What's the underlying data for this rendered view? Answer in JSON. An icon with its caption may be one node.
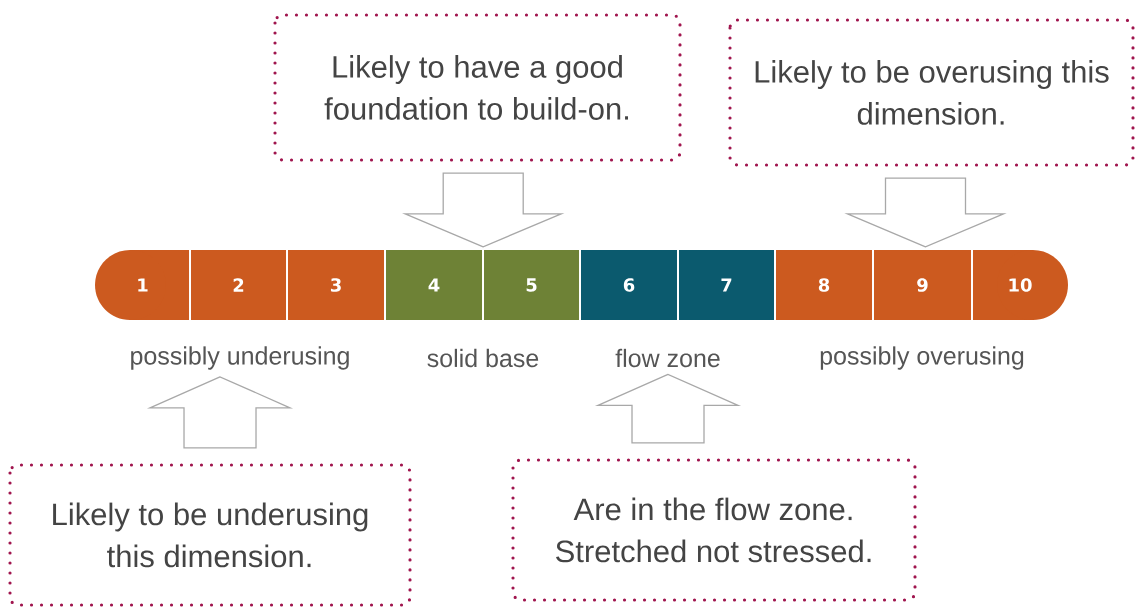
{
  "diagram": {
    "nodes": [
      {
        "text": [
          "Likely to have a good foundation to build-on."
        ]
      },
      {
        "text": [
          "Likely to be overusing this dimension."
        ]
      },
      {
        "text": [
          "1"
        ]
      },
      {
        "text": [
          "2"
        ]
      },
      {
        "text": [
          "3"
        ]
      },
      {
        "text": [
          "4"
        ]
      },
      {
        "text": [
          "5"
        ]
      },
      {
        "text": [
          "6"
        ]
      },
      {
        "text": [
          "7"
        ]
      },
      {
        "text": [
          "8"
        ]
      },
      {
        "text": [
          "9"
        ]
      },
      {
        "text": [
          "10"
        ]
      },
      {
        "text": [
          "possibly underusing"
        ]
      },
      {
        "text": [
          "solid base"
        ]
      },
      {
        "text": [
          "flow zone"
        ]
      },
      {
        "text": [
          "possibly overusing"
        ]
      },
      {
        "text": [
          "Likely to be underusing this dimension."
        ]
      },
      {
        "text": [
          "Are in the flow zone. Stretched not stressed."
        ]
      }
    ],
    "edges": [
      {
        "from": 0,
        "to": 5,
        "arrow": "to"
      },
      {
        "from": 1,
        "to": 10,
        "arrow": "to"
      },
      {
        "from": 16,
        "to": 12,
        "arrow": "to"
      },
      {
        "from": 17,
        "to": 14,
        "arrow": "to"
      }
    ]
  }
}
